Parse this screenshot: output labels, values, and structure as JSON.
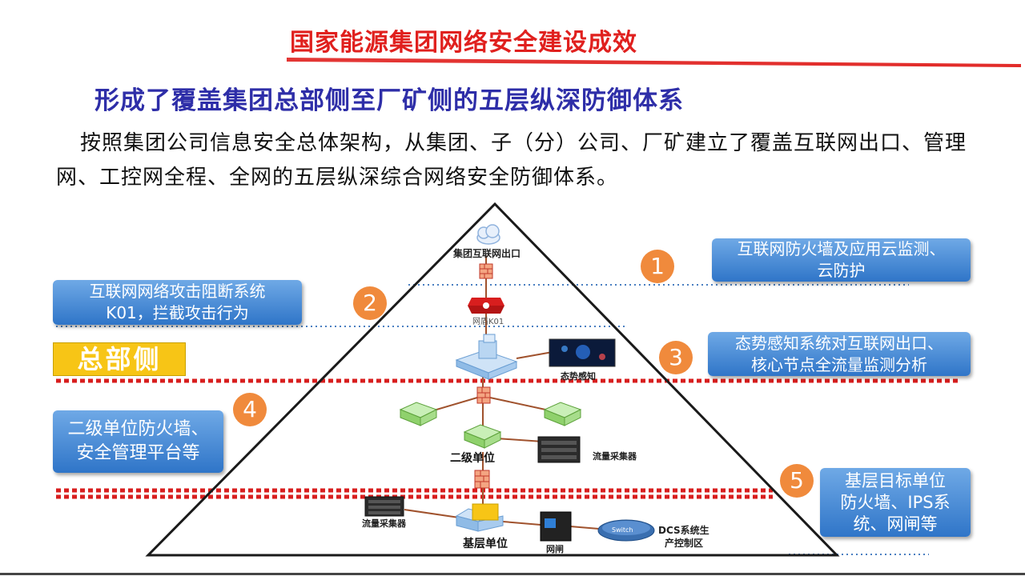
{
  "header": {
    "title": "国家能源集团网络安全建设成效",
    "subtitle": "形成了覆盖集团总部侧至厂矿侧的五层纵深防御体系"
  },
  "body": {
    "paragraph": "按照集团公司信息安全总体架构，从集团、子（分）公司、厂矿建立了覆盖互联网出口、管理网、工控网全程、全网的五层纵深综合网络安全防御体系。"
  },
  "zone_label": "总部侧",
  "layers": [
    {
      "num": "1",
      "text_line1": "互联网防火墙及应用云监测、",
      "text_line2": "云防护"
    },
    {
      "num": "2",
      "text_line1": "互联网网络攻击阻断系统",
      "text_line2": "K01，拦截攻击行为"
    },
    {
      "num": "3",
      "text_line1": "态势感知系统对互联网出口、",
      "text_line2": "核心节点全流量监测分析"
    },
    {
      "num": "4",
      "text_line1": "二级单位防火墙、",
      "text_line2": "安全管理平台等"
    },
    {
      "num": "5",
      "text_line1": "基层目标单位",
      "text_line2": "防火墙、IPS系",
      "text_line3": "统、网闸等"
    }
  ],
  "nodes": {
    "internet_exit": "集团互联网出口",
    "k01": "网盾K01",
    "situational": "态势感知",
    "second_level": "二级单位",
    "flow_collector_1": "流量采集器",
    "flow_collector_2": "流量采集器",
    "base_unit": "基层单位",
    "gatekeeper": "网闸",
    "dcs_line1": "DCS系统生",
    "dcs_line2": "产控制区",
    "switch": "Switch"
  },
  "colors": {
    "title_red": "#e0201e",
    "subtitle_blue": "#2e2ea8",
    "callout_blue": "#3b7fd0",
    "number_orange": "#f08a3c",
    "zone_yellow": "#f7c516",
    "divider_red": "#d81e1e"
  }
}
